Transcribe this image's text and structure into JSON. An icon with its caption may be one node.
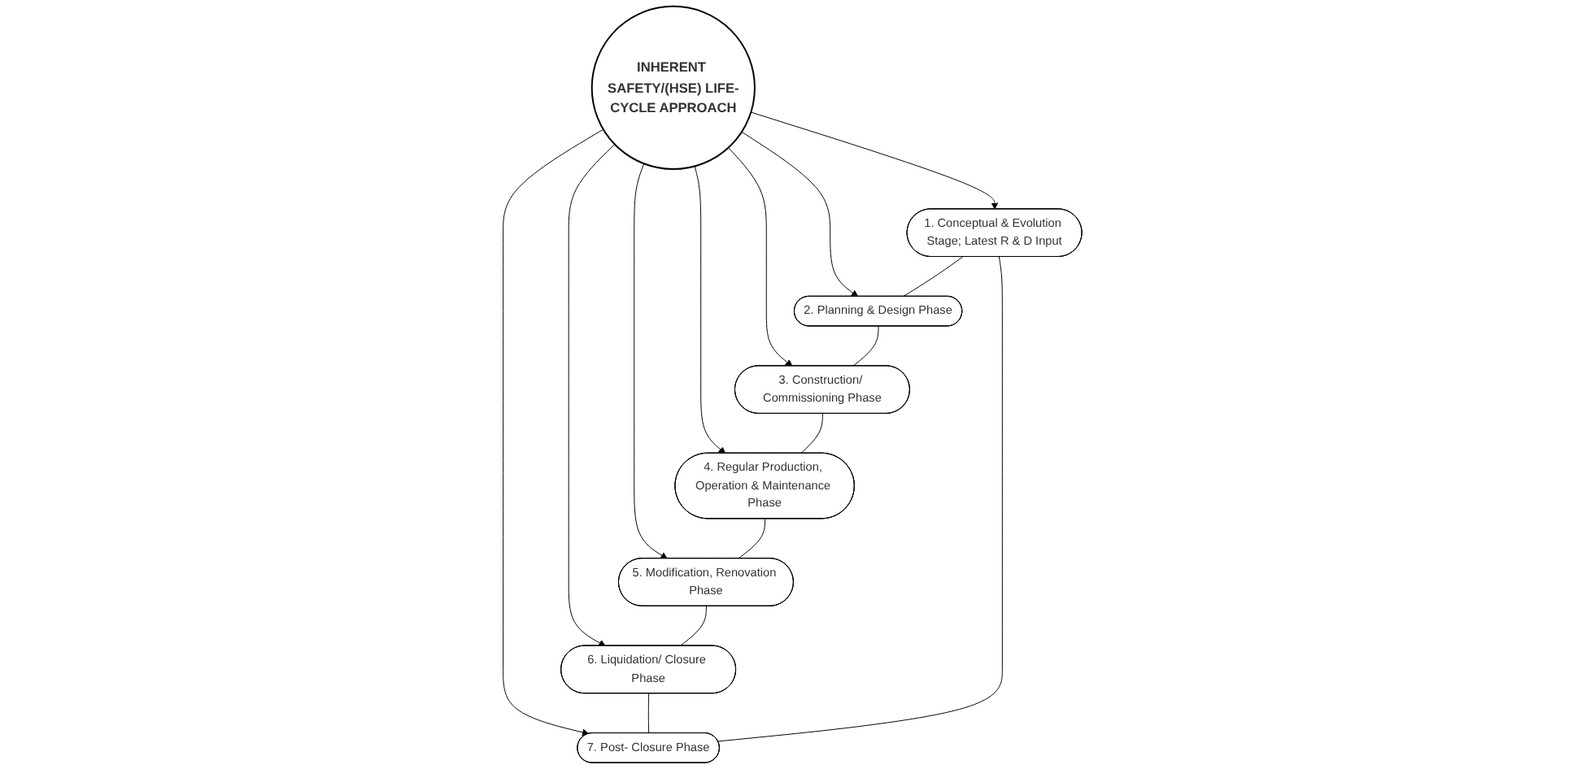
{
  "diagram": {
    "nodes": [
      {
        "text": [
          "INHERENT SAFETY/(HSE) LIFE-CYCLE APPROACH"
        ]
      },
      {
        "text": [
          "1. Conceptual & Evolution Stage; Latest R & D Input"
        ]
      },
      {
        "text": [
          "2. Planning & Design Phase"
        ]
      },
      {
        "text": [
          "3. Construction/ Commissioning Phase"
        ]
      },
      {
        "text": [
          "4. Regular Production, Operation & Maintenance Phase"
        ]
      },
      {
        "text": [
          "5. Modification, Renovation Phase"
        ]
      },
      {
        "text": [
          "6. Liquidation/ Closure Phase"
        ]
      },
      {
        "text": [
          "7. Post- Closure Phase"
        ]
      }
    ],
    "edges": [
      {
        "from": 0,
        "to": 1,
        "arrow": "to"
      },
      {
        "from": 0,
        "to": 2,
        "arrow": "to"
      },
      {
        "from": 0,
        "to": 3,
        "arrow": "to"
      },
      {
        "from": 0,
        "to": 4,
        "arrow": "to"
      },
      {
        "from": 0,
        "to": 5,
        "arrow": "to"
      },
      {
        "from": 0,
        "to": 6,
        "arrow": "to"
      },
      {
        "from": 0,
        "to": 7,
        "arrow": "to"
      },
      {
        "from": 1,
        "to": 2,
        "arrow": "none"
      },
      {
        "from": 2,
        "to": 3,
        "arrow": "none"
      },
      {
        "from": 3,
        "to": 4,
        "arrow": "none"
      },
      {
        "from": 4,
        "to": 5,
        "arrow": "none"
      },
      {
        "from": 5,
        "to": 6,
        "arrow": "none"
      },
      {
        "from": 6,
        "to": 7,
        "arrow": "none"
      },
      {
        "from": 7,
        "to": 1,
        "arrow": "none"
      }
    ]
  }
}
